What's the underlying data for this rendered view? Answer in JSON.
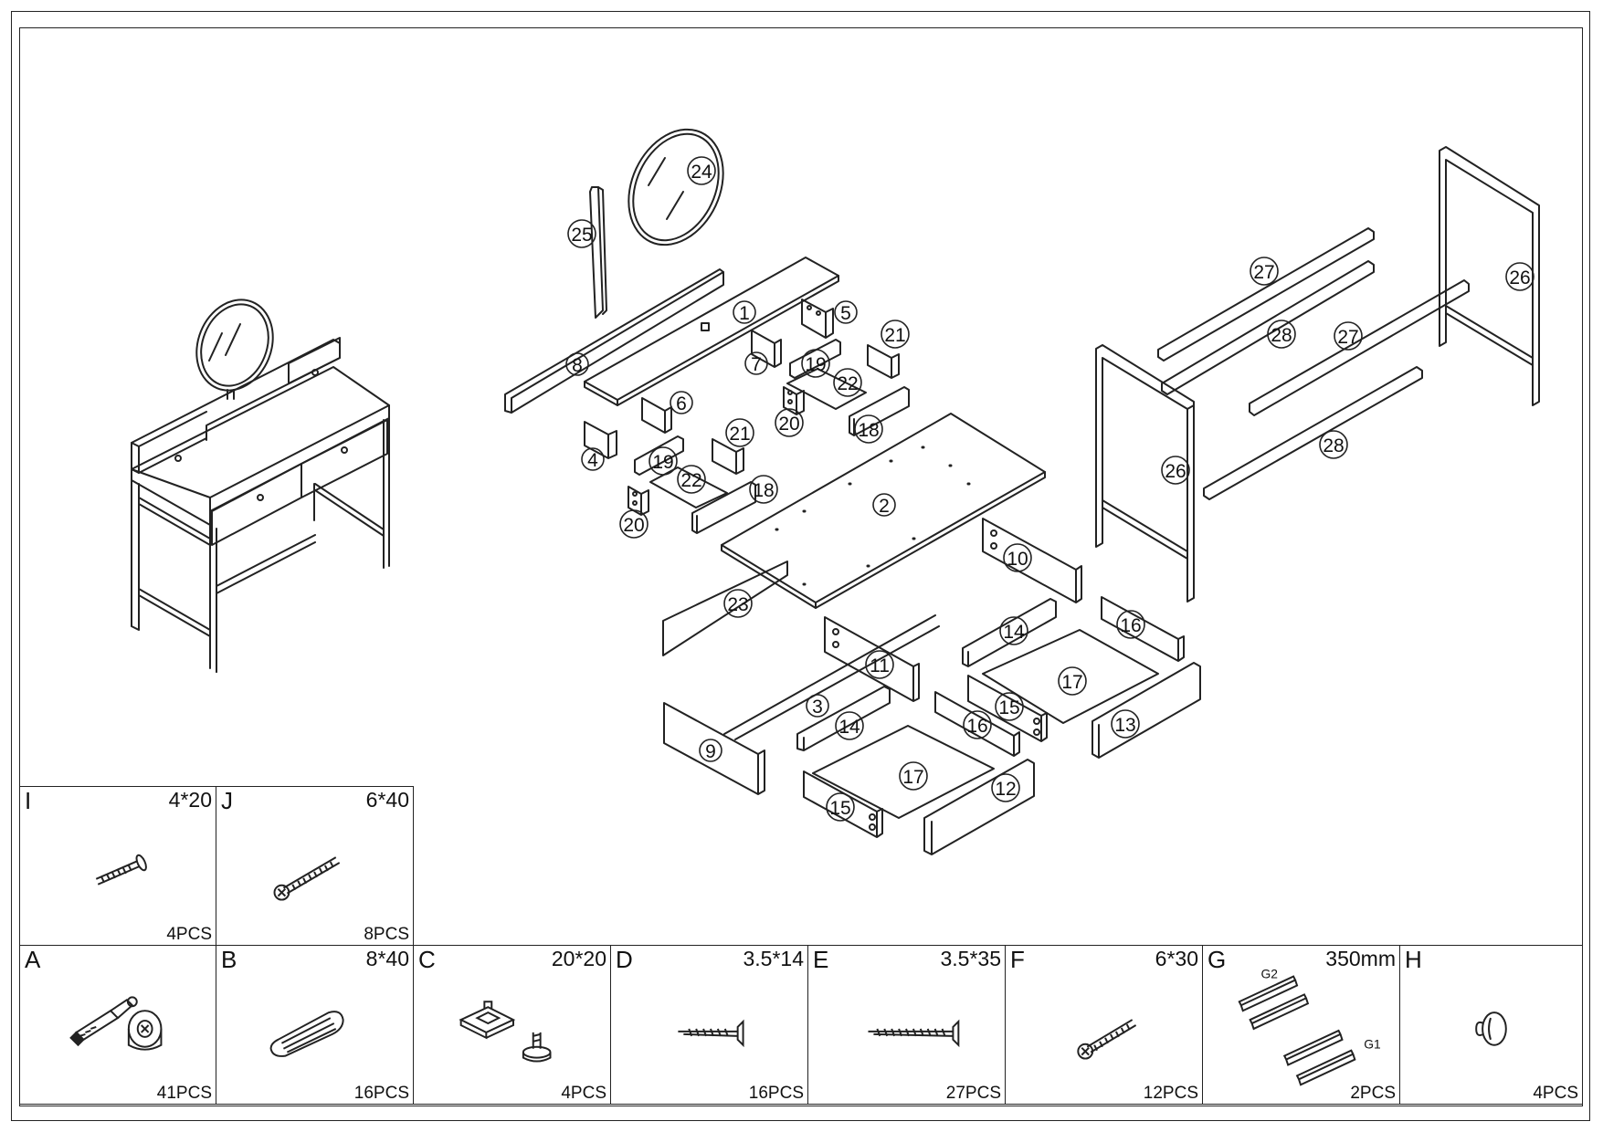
{
  "part_labels": [
    "1",
    "2",
    "3",
    "4",
    "5",
    "6",
    "7",
    "8",
    "9",
    "10",
    "11",
    "12",
    "13",
    "14",
    "15",
    "16",
    "17",
    "18",
    "19",
    "20",
    "21",
    "22",
    "23",
    "24",
    "25",
    "26",
    "27",
    "28"
  ],
  "hardware": [
    {
      "letter": "I",
      "size": "4*20",
      "qty": "4PCS",
      "icon": "short-bolt-icon"
    },
    {
      "letter": "J",
      "size": "6*40",
      "qty": "8PCS",
      "icon": "long-bolt-icon"
    },
    {
      "letter": "A",
      "size": "",
      "qty": "41PCS",
      "icon": "cam-lock-icon"
    },
    {
      "letter": "B",
      "size": "8*40",
      "qty": "16PCS",
      "icon": "wooden-dowel-icon"
    },
    {
      "letter": "C",
      "size": "20*20",
      "qty": "4PCS",
      "icon": "leveling-foot-icon"
    },
    {
      "letter": "D",
      "size": "3.5*14",
      "qty": "16PCS",
      "icon": "short-wood-screw-icon"
    },
    {
      "letter": "E",
      "size": "3.5*35",
      "qty": "27PCS",
      "icon": "long-wood-screw-icon"
    },
    {
      "letter": "F",
      "size": "6*30",
      "qty": "12PCS",
      "icon": "machine-bolt-icon"
    },
    {
      "letter": "G",
      "size": "350mm",
      "qty": "2PCS",
      "icon": "drawer-slide-icon",
      "sub_labels": [
        "G2",
        "G1"
      ]
    },
    {
      "letter": "H",
      "size": "",
      "qty": "4PCS",
      "icon": "drawer-knob-icon"
    }
  ]
}
